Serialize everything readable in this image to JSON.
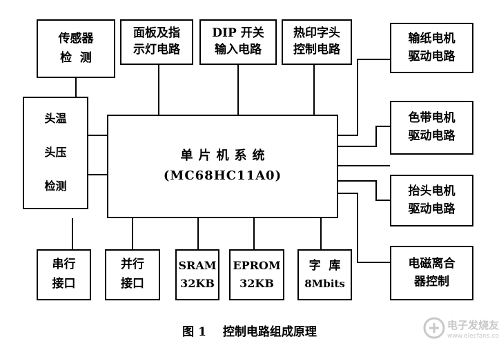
{
  "colors": {
    "line": "#000000",
    "background": "#ffffff",
    "watermark": "#c8c8c8"
  },
  "center": {
    "title": "单片机系统",
    "subtitle": "(MC68HC11A0)"
  },
  "top_blocks": [
    {
      "line1": "传感器",
      "line2": "检  测"
    },
    {
      "line1": "面板及指",
      "line2": "示灯电路"
    },
    {
      "line1": "DIP 开关",
      "line2": "输入电路"
    },
    {
      "line1": "热印字头",
      "line2": "控制电路"
    }
  ],
  "left_block": {
    "lines": [
      "头温",
      "头压",
      "检测"
    ]
  },
  "right_blocks": [
    {
      "line1": "输纸电机",
      "line2": "驱动电路"
    },
    {
      "line1": "色带电机",
      "line2": "驱动电路"
    },
    {
      "line1": "抬头电机",
      "line2": "驱动电路"
    },
    {
      "line1": "电磁离合",
      "line2": "器控制"
    }
  ],
  "bottom_blocks": [
    {
      "line1": "串行",
      "line2": "接口"
    },
    {
      "line1": "并行",
      "line2": "接口"
    },
    {
      "line1": "SRAM",
      "line2": "32KB"
    },
    {
      "line1": "EPROM",
      "line2": "32KB"
    },
    {
      "line1": "字  库",
      "line2": "8Mbits"
    }
  ],
  "caption": {
    "number": "图 1",
    "text": "控制电路组成原理"
  },
  "watermark": {
    "icon": "electronic-enthusiast-logo",
    "text": "电子发烧友",
    "url_text": "www.elecfans.com"
  }
}
